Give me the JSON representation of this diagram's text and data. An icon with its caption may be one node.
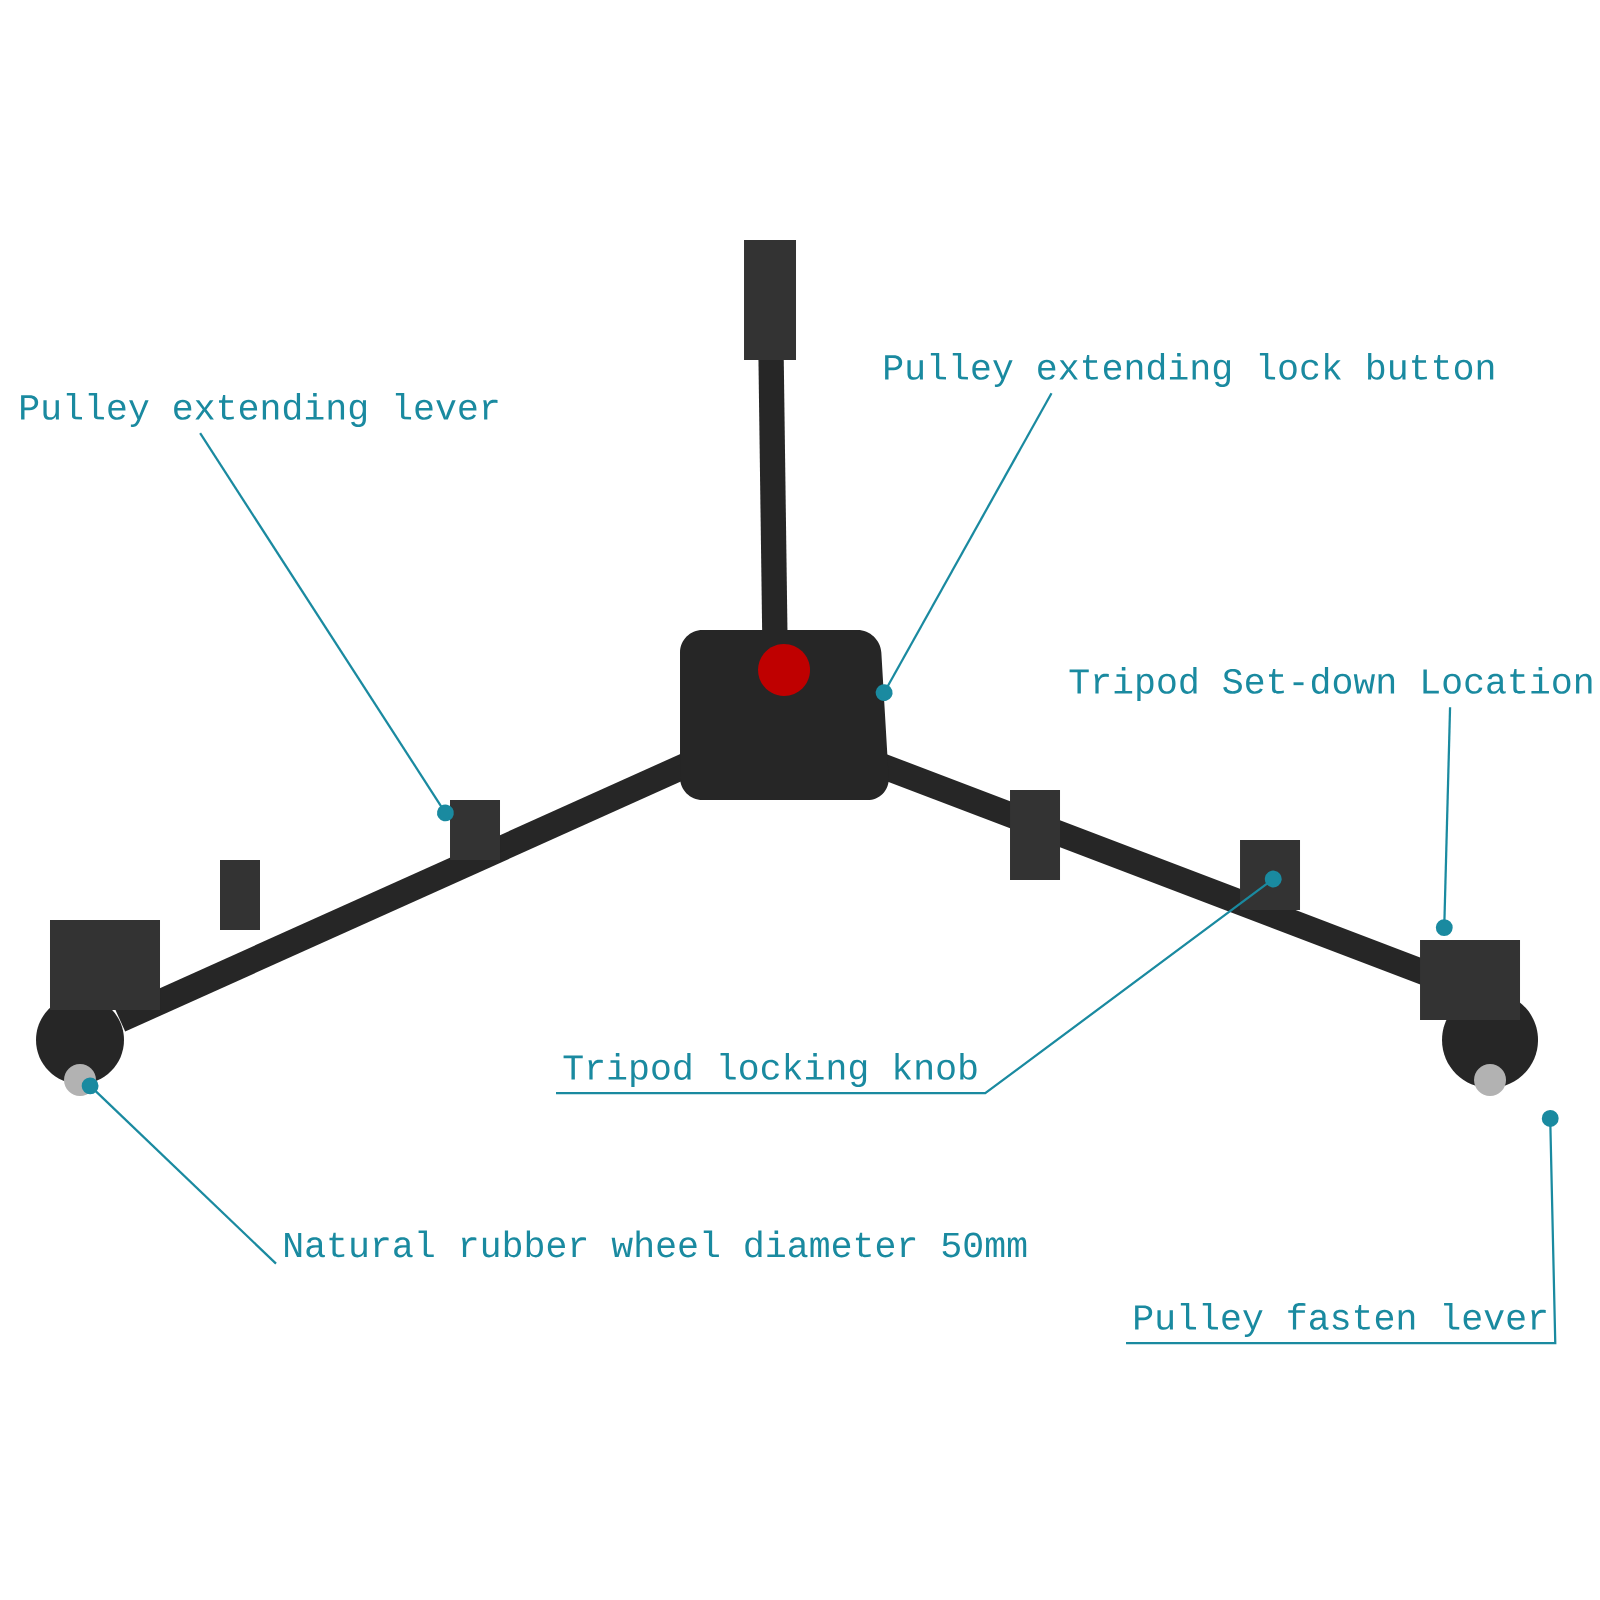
{
  "diagram": {
    "nodes": [
      {
        "text": [
          "Pulley extending lever"
        ]
      },
      {
        "text": [
          "Pulley extending lock button"
        ]
      },
      {
        "text": [
          "Tripod Set-down Location"
        ]
      },
      {
        "text": [
          "Tripod locking knob"
        ]
      },
      {
        "text": [
          "Natural rubber wheel diameter 50mm"
        ]
      },
      {
        "text": [
          "Pulley fasten lever"
        ]
      }
    ],
    "edges": [
      {
        "from": 0,
        "to": null,
        "arrow": "other"
      },
      {
        "from": 1,
        "to": null,
        "arrow": "other"
      },
      {
        "from": 2,
        "to": null,
        "arrow": "other"
      },
      {
        "from": 3,
        "to": null,
        "arrow": "other"
      },
      {
        "from": 4,
        "to": null,
        "arrow": "other"
      },
      {
        "from": 5,
        "to": null,
        "arrow": "other"
      }
    ]
  }
}
